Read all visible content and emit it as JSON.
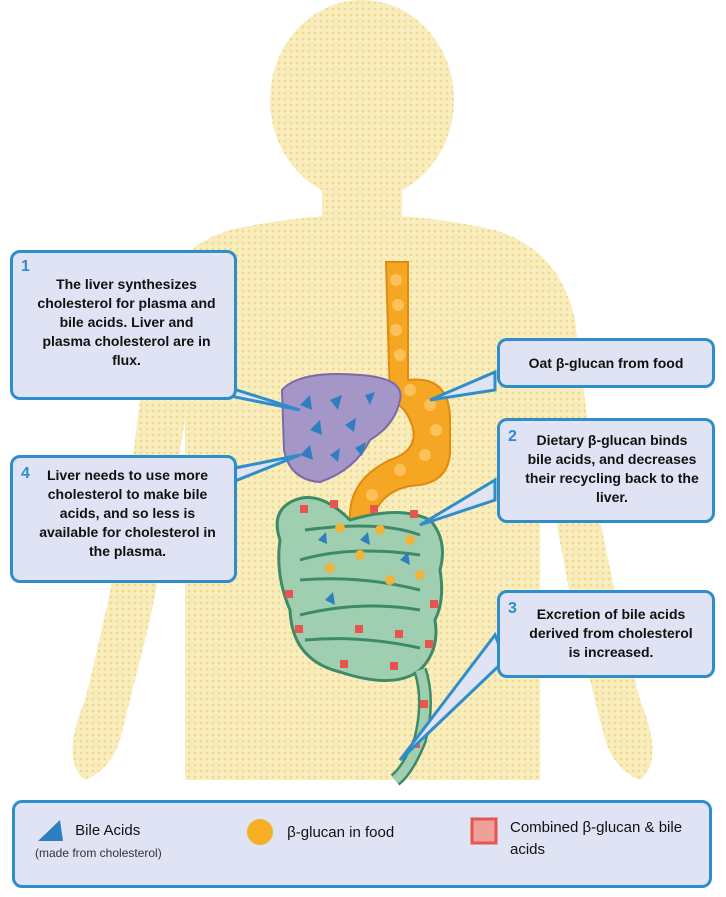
{
  "callouts": {
    "step1": {
      "number": "1",
      "text": "The liver synthesizes cholesterol for plasma and bile acids. Liver and plasma cholesterol are in flux."
    },
    "oat": {
      "text": "Oat β-glucan from food"
    },
    "step2": {
      "number": "2",
      "text": "Dietary β-glucan binds bile acids, and decreases their recycling back to the liver."
    },
    "step4": {
      "number": "4",
      "text": "Liver needs to use more cholesterol to make bile acids, and so less is available for cholesterol in the plasma."
    },
    "step3": {
      "number": "3",
      "text": "Excretion of bile acids derived from cholesterol is increased."
    }
  },
  "legend": {
    "bile_acids": {
      "label": "Bile Acids",
      "sublabel": "(made from cholesterol)",
      "icon": "blue-triangle-icon"
    },
    "beta_glucan": {
      "label": "β-glucan in food",
      "icon": "orange-circle-icon"
    },
    "combined": {
      "label": "Combined β-glucan & bile acids",
      "icon": "red-square-icon"
    }
  },
  "colors": {
    "body": "#f7e9b4",
    "callout_border": "#2f8ec9",
    "callout_fill": "#dfe3f3",
    "liver": "#a596c8",
    "stomach": "#f5a623",
    "intestine": "#9fcfb0",
    "intestine_border": "#3d8a68",
    "bile_acid": "#2f7fc0",
    "combined": "#e8544f"
  }
}
